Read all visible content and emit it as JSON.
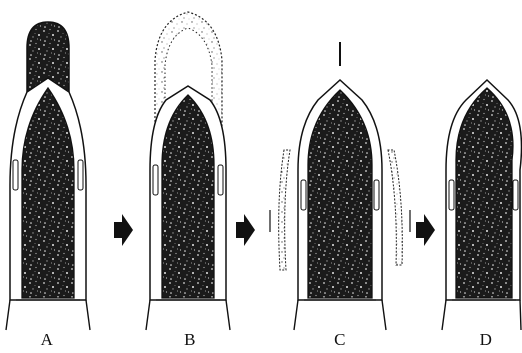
{
  "stages": [
    {
      "key": "A",
      "label": "A"
    },
    {
      "key": "B",
      "label": "B"
    },
    {
      "key": "C",
      "label": "C"
    },
    {
      "key": "D",
      "label": "D"
    }
  ],
  "colors": {
    "ink": "#111111",
    "fill": "#ffffff"
  }
}
